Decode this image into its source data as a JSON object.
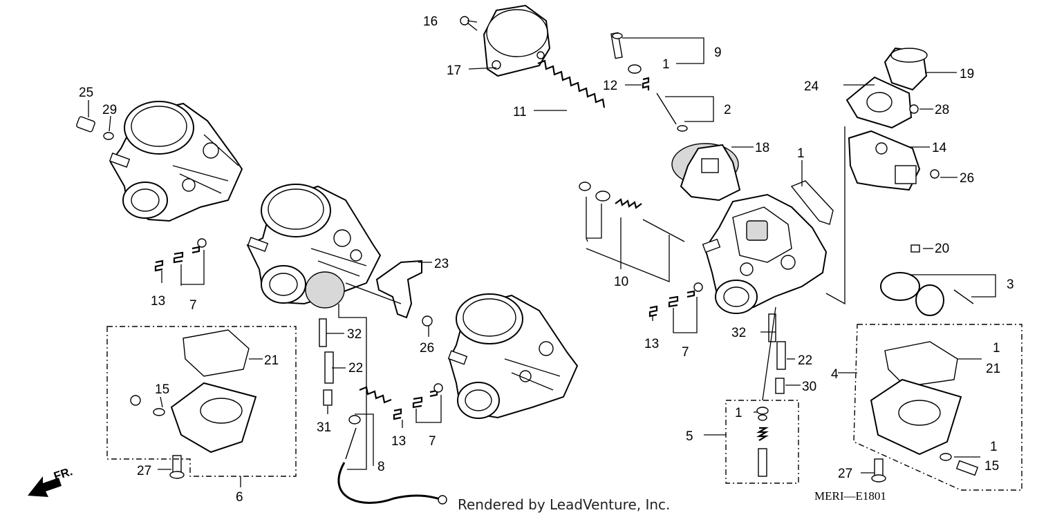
{
  "diagram": {
    "drawing_code": "MERI—E1801",
    "credit": "Rendered by LeadVenture, Inc.",
    "direction_label": "FR.",
    "callouts": [
      "1",
      "2",
      "3",
      "4",
      "5",
      "6",
      "7",
      "8",
      "9",
      "10",
      "11",
      "12",
      "13",
      "14",
      "15",
      "16",
      "17",
      "18",
      "19",
      "20",
      "21",
      "22",
      "23",
      "24",
      "25",
      "26",
      "27",
      "28",
      "29",
      "30",
      "31",
      "32"
    ]
  }
}
